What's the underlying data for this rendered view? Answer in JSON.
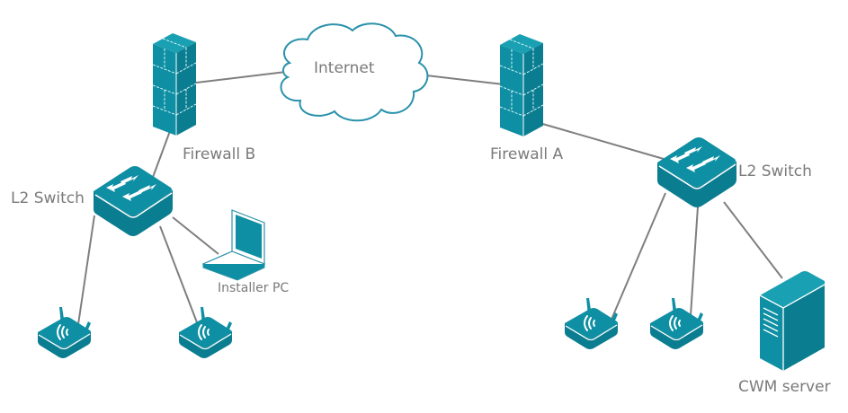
{
  "diagram": {
    "title": "",
    "colors": {
      "device_fill": "#0e8fa3",
      "device_dark": "#0b7a8c",
      "device_line": "#ffffff",
      "cloud_stroke": "#2a92ab",
      "link": "#7f7f7f",
      "label": "#7a7a7a"
    },
    "nodes": [
      {
        "id": "internet",
        "type": "cloud-icon",
        "label": "Internet"
      },
      {
        "id": "firewall_b",
        "type": "firewall-icon",
        "label": "Firewall B"
      },
      {
        "id": "firewall_a",
        "type": "firewall-icon",
        "label": "Firewall A"
      },
      {
        "id": "switch_left",
        "type": "switch-icon",
        "label": "L2 Switch"
      },
      {
        "id": "switch_right",
        "type": "switch-icon",
        "label": "L2 Switch"
      },
      {
        "id": "installer_pc",
        "type": "laptop-icon",
        "label": "Installer PC"
      },
      {
        "id": "ap_l1",
        "type": "access-point-icon",
        "label": ""
      },
      {
        "id": "ap_l2",
        "type": "access-point-icon",
        "label": ""
      },
      {
        "id": "ap_r1",
        "type": "access-point-icon",
        "label": ""
      },
      {
        "id": "ap_r2",
        "type": "access-point-icon",
        "label": ""
      },
      {
        "id": "cwm_server",
        "type": "server-icon",
        "label": "CWM server"
      }
    ],
    "links": [
      {
        "from": "firewall_b",
        "to": "internet"
      },
      {
        "from": "internet",
        "to": "firewall_a"
      },
      {
        "from": "firewall_b",
        "to": "switch_left"
      },
      {
        "from": "firewall_a",
        "to": "switch_right"
      },
      {
        "from": "switch_left",
        "to": "installer_pc"
      },
      {
        "from": "switch_left",
        "to": "ap_l1"
      },
      {
        "from": "switch_left",
        "to": "ap_l2"
      },
      {
        "from": "switch_right",
        "to": "ap_r1"
      },
      {
        "from": "switch_right",
        "to": "ap_r2"
      },
      {
        "from": "switch_right",
        "to": "cwm_server"
      }
    ]
  }
}
